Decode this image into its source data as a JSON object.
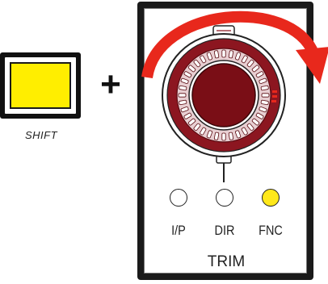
{
  "shift_button": {
    "label": "SHIFT",
    "color": "#ffee00"
  },
  "operator": "+",
  "trim_panel": {
    "knob": {
      "color_outer": "#e8cfd2",
      "color_cap": "#7a0e16",
      "ring_color": "#8c1620"
    },
    "arrow": {
      "direction": "clockwise",
      "color": "#e8281c"
    },
    "leds": [
      {
        "label": "I/P",
        "lit": false,
        "color": "#ffffff"
      },
      {
        "label": "DIR",
        "lit": false,
        "color": "#ffffff"
      },
      {
        "label": "FNC",
        "lit": true,
        "color": "#ffe81a"
      }
    ],
    "title": "TRIM"
  }
}
